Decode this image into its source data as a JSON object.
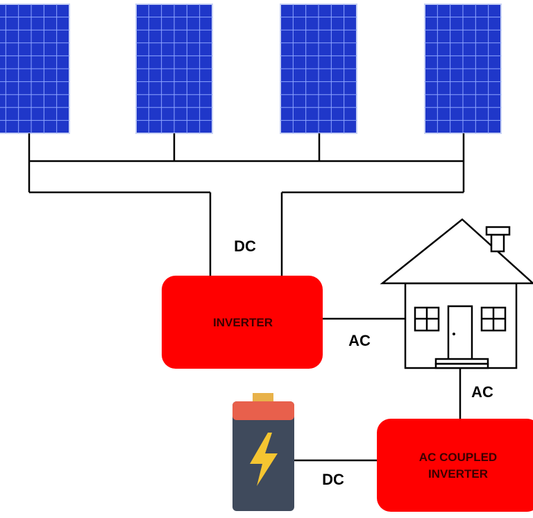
{
  "diagram": {
    "labels": {
      "dc_top": "DC",
      "ac_inverter_house": "AC",
      "ac_house_coupled": "AC",
      "dc_battery": "DC"
    },
    "inverter": {
      "label": "INVERTER"
    },
    "ac_coupled_inverter": {
      "line1": "AC COUPLED",
      "line2": "INVERTER"
    },
    "panels": {
      "count": 4,
      "rows": 10,
      "cols": 6
    },
    "colors": {
      "inverter_fill": "#ff0000",
      "panel_fill": "#1f37c9",
      "panel_grid": "#8fa6ff",
      "battery_body": "#3f4a5c",
      "battery_cap": "#e8604c",
      "battery_terminal": "#e8b24a",
      "bolt": "#f5c531"
    },
    "icons": [
      "solar-panel-icon",
      "house-icon",
      "battery-icon",
      "lightning-bolt-icon"
    ]
  }
}
